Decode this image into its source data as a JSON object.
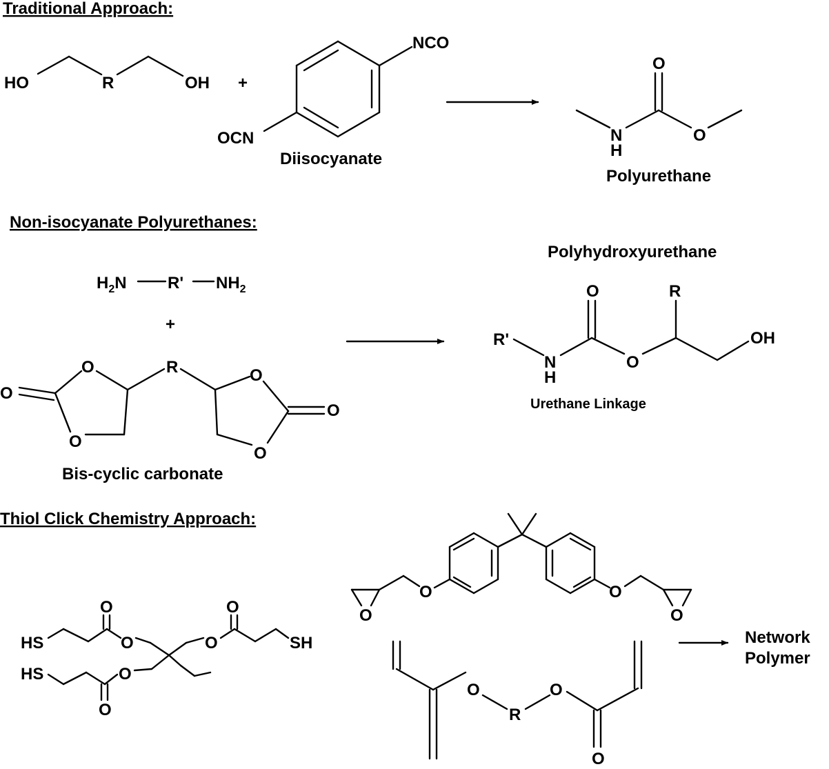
{
  "sections": {
    "traditional": {
      "heading": "Traditional Approach:",
      "diol": {
        "left": "HO",
        "mid": "R",
        "right": "OH"
      },
      "plus": "+",
      "diisocyanate": {
        "top": "NCO",
        "bottom": "OCN",
        "caption": "Diisocyanate"
      },
      "product": {
        "carbonyl_o": "O",
        "nh_n": "N",
        "nh_h": "H",
        "ester_o": "O",
        "caption": "Polyurethane"
      }
    },
    "nipu": {
      "heading": "Non-isocyanate Polyurethanes:",
      "diamine": {
        "left_h": "H",
        "left_sub": "2",
        "left_n": "N",
        "mid": "R'",
        "right_nh": "NH",
        "right_sub": "2"
      },
      "plus": "+",
      "carbonate": {
        "l_o_top": "O",
        "l_o_exo": "O",
        "l_o_bottom": "O",
        "r_link": "R",
        "r_o_top": "O",
        "r_o_exo": "O",
        "r_o_bottom": "O",
        "caption": "Bis-cyclic carbonate"
      },
      "product": {
        "title": "Polyhydroxyurethane",
        "carbonyl_o": "O",
        "r_top": "R",
        "r_prime": "R'",
        "nh_n": "N",
        "nh_h": "H",
        "ester_o": "O",
        "oh": "OH",
        "caption": "Urethane Linkage"
      }
    },
    "thiol": {
      "heading": "Thiol Click Chemistry Approach:",
      "thiol_monomer": {
        "sh1": "HS",
        "sh2": "SH",
        "sh3": "HS",
        "o1_carbonyl": "O",
        "o1_ester": "O",
        "o2_carbonyl": "O",
        "o2_ester": "O",
        "o3_carbonyl": "O",
        "o3_ester": "O"
      },
      "epoxy": {
        "ring_o_left": "O",
        "ether_o_left": "O",
        "ether_o_right": "O",
        "ring_o_right": "O"
      },
      "acrylate": {
        "o_left": "O",
        "r": "R",
        "o_right": "O",
        "o_carbonyl": "O"
      },
      "product": {
        "line1": "Network",
        "line2": "Polymer"
      }
    }
  }
}
